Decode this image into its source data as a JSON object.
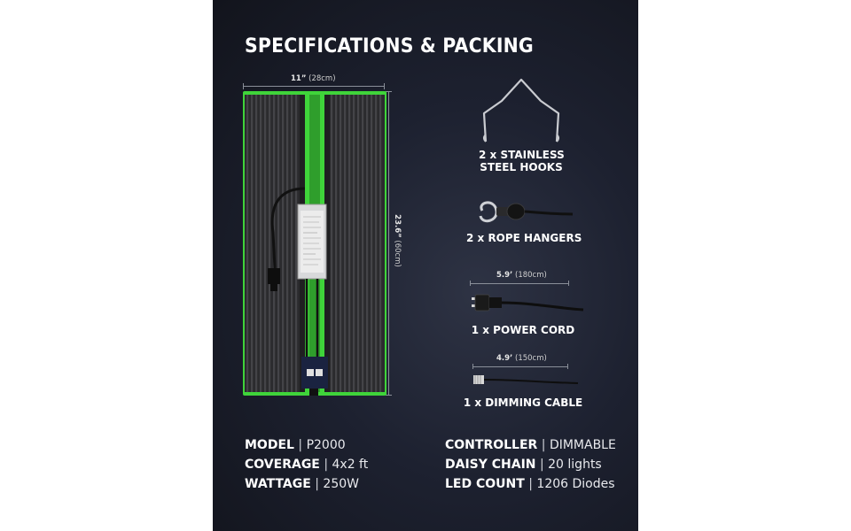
{
  "title": "SPECIFICATIONS & PACKING",
  "dimensions": {
    "width": {
      "main": "11”",
      "sub": "(28cm)"
    },
    "height": {
      "main": "23.6”",
      "sub": "(60cm)"
    }
  },
  "accessories": [
    {
      "caption_line1": "2 x STAINLESS",
      "caption_line2": "STEEL HOOKS",
      "icon": "hook-icon"
    },
    {
      "caption": "2 x ROPE HANGERS",
      "icon": "rope-hanger-icon"
    },
    {
      "caption": "1 x POWER CORD",
      "length_main": "5.9’",
      "length_sub": "(180cm)",
      "icon": "power-cord-icon"
    },
    {
      "caption": "1 x DIMMING CABLE",
      "length_main": "4.9’",
      "length_sub": "(150cm)",
      "icon": "dimming-cable-icon"
    }
  ],
  "specs": {
    "left": [
      {
        "label": "MODEL",
        "value": "P2000"
      },
      {
        "label": "COVERAGE",
        "value": "4x2 ft"
      },
      {
        "label": "WATTAGE",
        "value": "250W"
      }
    ],
    "right": [
      {
        "label": "CONTROLLER",
        "value": "DIMMABLE"
      },
      {
        "label": "DAISY CHAIN",
        "value": "20 lights"
      },
      {
        "label": "LED COUNT",
        "value": "1206 Diodes"
      }
    ],
    "separator": "|"
  },
  "colors": {
    "background": "#1b1f2b",
    "accent_green": "#3fd43a",
    "text": "#ffffff"
  }
}
